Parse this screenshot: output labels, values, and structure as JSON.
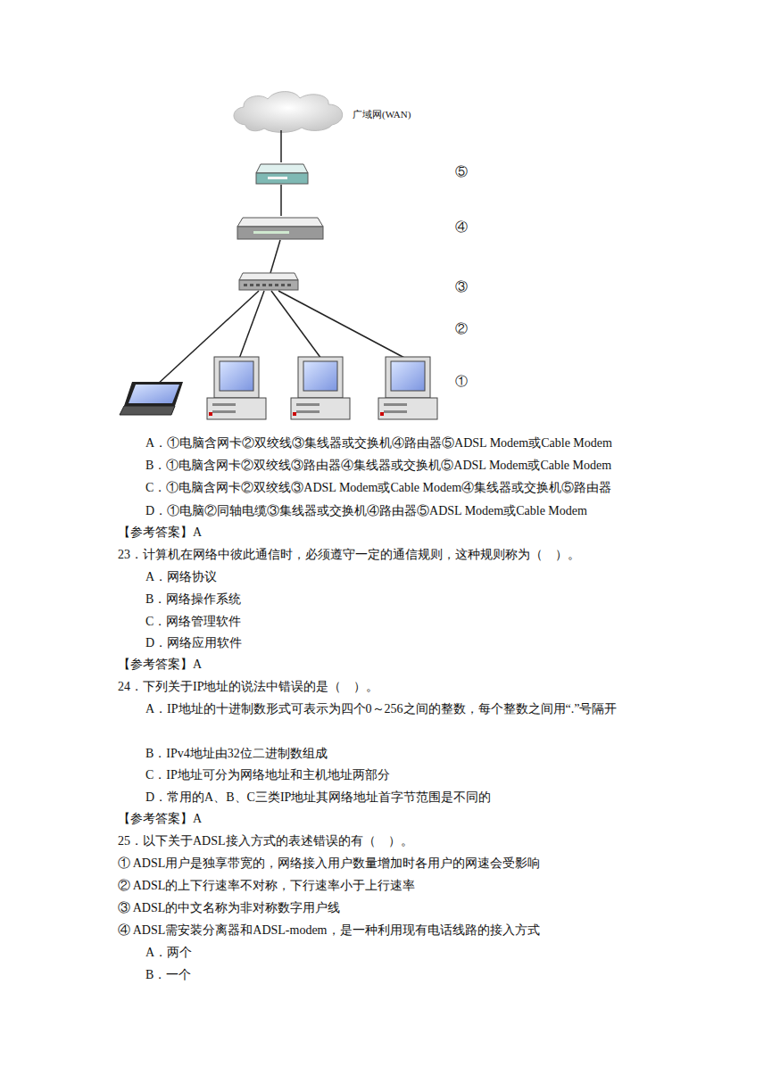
{
  "diagram": {
    "labels": [
      "广域网(WAN)",
      "⑤",
      "④",
      "③",
      "②",
      "①",
      "A．①电脑含网卡②双绞线③集线器或交换机④路由器⑤ADSL Modem或Cable Modem",
      "B．①电脑含网卡②双绞线③路由器④集线器或交换机⑤ADSL Modem或Cable Modem",
      "C．①电脑含网卡②双绞线③ADSL Modem或Cable Modem④集线器或交换机⑤路由器",
      "D．①电脑②同轴电缆③集线器或交换机④路由器⑤ADSL Modem或Cable Modem",
      "【参考答案】A",
      "23．计算机在网络中彼此通信时，必须遵守一定的通信规则，这种规则称为（　）。",
      "A．网络协议",
      "B．网络操作系统",
      "C．网络管理软件",
      "D．网络应用软件",
      "【参考答案】A",
      "24．下列关于IP地址的说法中错误的是（　）。",
      "A．IP地址的十进制数形式可表示为四个0～256之间的整数，每个整数之间用“.”号隔开",
      "B．IPv4地址由32位二进制数组成",
      "C．IP地址可分为网络地址和主机地址两部分",
      "D．常用的A、B、C三类IP地址其网络地址首字节范围是不同的",
      "【参考答案】A",
      "25．以下关于ADSL接入方式的表述错误的有（　）。",
      "① ADSL用户是独享带宽的，网络接入用户数量增加时各用户的网速会受影响",
      "② ADSL的上下行速率不对称，下行速率小于上行速率",
      "③ ADSL的中文名称为非对称数字用户线",
      "④ ADSL需安装分离器和ADSL-modem，是一种利用现有电话线路的接入方式",
      "A．两个",
      "B．一个"
    ]
  }
}
